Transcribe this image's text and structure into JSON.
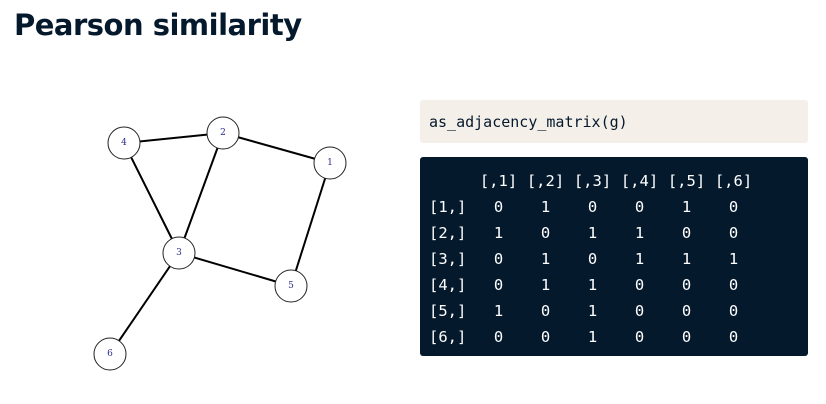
{
  "slide": {
    "title": "Pearson similarity"
  },
  "code": {
    "command": "as_adjacency_matrix(g)"
  },
  "output": {
    "col_headers": [
      "[,1]",
      "[,2]",
      "[,3]",
      "[,4]",
      "[,5]",
      "[,6]"
    ],
    "rows": [
      {
        "label": "[1,]",
        "values": [
          "0",
          "1",
          "0",
          "0",
          "1",
          "0"
        ]
      },
      {
        "label": "[2,]",
        "values": [
          "1",
          "0",
          "1",
          "1",
          "0",
          "0"
        ]
      },
      {
        "label": "[3,]",
        "values": [
          "0",
          "1",
          "0",
          "1",
          "1",
          "1"
        ]
      },
      {
        "label": "[4,]",
        "values": [
          "0",
          "1",
          "1",
          "0",
          "0",
          "0"
        ]
      },
      {
        "label": "[5,]",
        "values": [
          "1",
          "0",
          "1",
          "0",
          "0",
          "0"
        ]
      },
      {
        "label": "[6,]",
        "values": [
          "0",
          "0",
          "1",
          "0",
          "0",
          "0"
        ]
      }
    ]
  },
  "graph": {
    "nodes": [
      "1",
      "2",
      "3",
      "4",
      "5",
      "6"
    ],
    "edges": [
      [
        "1",
        "2"
      ],
      [
        "1",
        "5"
      ],
      [
        "2",
        "3"
      ],
      [
        "2",
        "4"
      ],
      [
        "3",
        "4"
      ],
      [
        "3",
        "5"
      ],
      [
        "3",
        "6"
      ]
    ]
  }
}
